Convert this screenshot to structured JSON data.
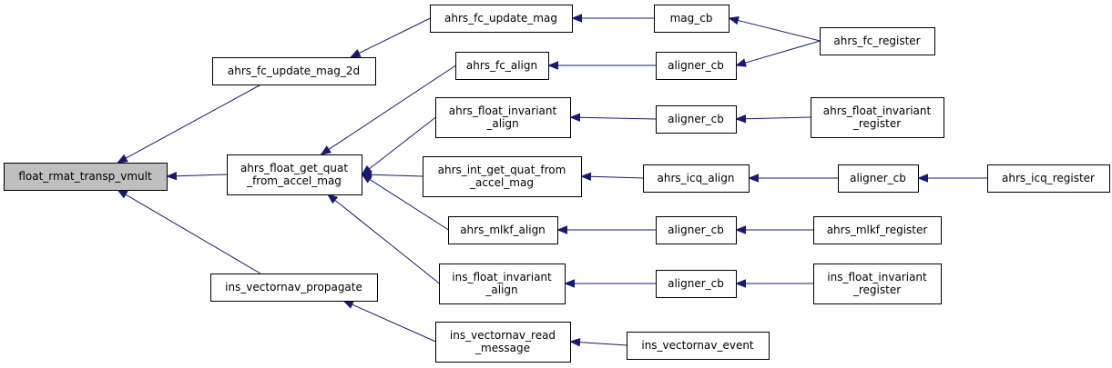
{
  "colors": {
    "edge": "#191970",
    "root_fill": "#bfbfbf",
    "node_fill": "#ffffff",
    "border": "#000000"
  },
  "nodes": {
    "float_rmat_transp_vmult": [
      "float_rmat_transp_vmult"
    ],
    "ahrs_fc_update_mag_2d": [
      "ahrs_fc_update_mag_2d"
    ],
    "ahrs_float_get_quat_from_accel_mag": [
      "ahrs_float_get_quat",
      "_from_accel_mag"
    ],
    "ins_vectornav_propagate": [
      "ins_vectornav_propagate"
    ],
    "ahrs_fc_update_mag": [
      "ahrs_fc_update_mag"
    ],
    "ahrs_fc_align": [
      "ahrs_fc_align"
    ],
    "ahrs_float_invariant_align": [
      "ahrs_float_invariant",
      "_align"
    ],
    "ahrs_int_get_quat_from_accel_mag": [
      "ahrs_int_get_quat_from",
      "_accel_mag"
    ],
    "ahrs_mlkf_align": [
      "ahrs_mlkf_align"
    ],
    "ins_float_invariant_align": [
      "ins_float_invariant",
      "_align"
    ],
    "ins_vectornav_read_message": [
      "ins_vectornav_read",
      "_message"
    ],
    "mag_cb": [
      "mag_cb"
    ],
    "aligner_cb_fc": [
      "aligner_cb"
    ],
    "aligner_cb_fi": [
      "aligner_cb"
    ],
    "ahrs_icq_align": [
      "ahrs_icq_align"
    ],
    "aligner_cb_mlkf": [
      "aligner_cb"
    ],
    "aligner_cb_ins": [
      "aligner_cb"
    ],
    "ins_vectornav_event": [
      "ins_vectornav_event"
    ],
    "ahrs_fc_register": [
      "ahrs_fc_register"
    ],
    "ahrs_float_invariant_register": [
      "ahrs_float_invariant",
      "_register"
    ],
    "aligner_cb_icq": [
      "aligner_cb"
    ],
    "ahrs_mlkf_register": [
      "ahrs_mlkf_register"
    ],
    "ins_float_invariant_register": [
      "ins_float_invariant",
      "_register"
    ],
    "ahrs_icq_register": [
      "ahrs_icq_register"
    ]
  },
  "edges": [
    [
      "ahrs_fc_update_mag_2d",
      "float_rmat_transp_vmult"
    ],
    [
      "ahrs_float_get_quat_from_accel_mag",
      "float_rmat_transp_vmult"
    ],
    [
      "ins_vectornav_propagate",
      "float_rmat_transp_vmult"
    ],
    [
      "ahrs_fc_update_mag",
      "ahrs_fc_update_mag_2d"
    ],
    [
      "ahrs_fc_align",
      "ahrs_float_get_quat_from_accel_mag"
    ],
    [
      "ahrs_float_invariant_align",
      "ahrs_float_get_quat_from_accel_mag"
    ],
    [
      "ahrs_int_get_quat_from_accel_mag",
      "ahrs_float_get_quat_from_accel_mag"
    ],
    [
      "ahrs_mlkf_align",
      "ahrs_float_get_quat_from_accel_mag"
    ],
    [
      "ins_float_invariant_align",
      "ahrs_float_get_quat_from_accel_mag"
    ],
    [
      "ins_vectornav_read_message",
      "ins_vectornav_propagate"
    ],
    [
      "mag_cb",
      "ahrs_fc_update_mag"
    ],
    [
      "aligner_cb_fc",
      "ahrs_fc_align"
    ],
    [
      "aligner_cb_fi",
      "ahrs_float_invariant_align"
    ],
    [
      "ahrs_icq_align",
      "ahrs_int_get_quat_from_accel_mag"
    ],
    [
      "aligner_cb_mlkf",
      "ahrs_mlkf_align"
    ],
    [
      "aligner_cb_ins",
      "ins_float_invariant_align"
    ],
    [
      "ins_vectornav_event",
      "ins_vectornav_read_message"
    ],
    [
      "ahrs_fc_register",
      "mag_cb"
    ],
    [
      "ahrs_fc_register",
      "aligner_cb_fc"
    ],
    [
      "ahrs_float_invariant_register",
      "aligner_cb_fi"
    ],
    [
      "aligner_cb_icq",
      "ahrs_icq_align"
    ],
    [
      "ahrs_mlkf_register",
      "aligner_cb_mlkf"
    ],
    [
      "ins_float_invariant_register",
      "aligner_cb_ins"
    ],
    [
      "ahrs_icq_register",
      "aligner_cb_icq"
    ]
  ]
}
